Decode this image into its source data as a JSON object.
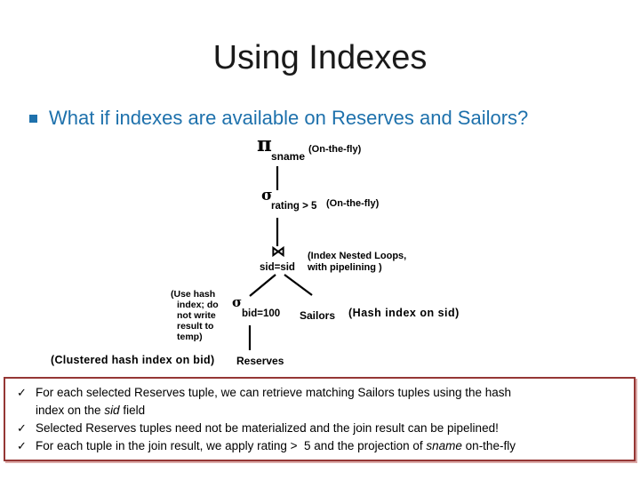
{
  "slide": {
    "title": "Using Indexes",
    "bullet": "What if indexes are available on Reserves and Sailors?"
  },
  "colors": {
    "accent_blue": "#1e71ac",
    "box_border": "#953735",
    "text": "#000000"
  },
  "tree": {
    "project": {
      "symbol": "π",
      "subscript": "sname",
      "note": "(On-the-fly)"
    },
    "select_rating": {
      "symbol": "σ",
      "subscript": "rating > 5",
      "note": "(On-the-fly)"
    },
    "join": {
      "symbol": "⋈",
      "subscript": "sid=sid",
      "note_line1": "(Index Nested Loops,",
      "note_line2": "with pipelining )"
    },
    "left_note_lines": [
      "(Use hash",
      "index; do",
      "not write",
      "result to",
      "temp)"
    ],
    "select_bid": {
      "symbol": "σ",
      "subscript": "bid=100"
    },
    "sailors_label": "Sailors",
    "sailors_note": "(Hash index on sid)",
    "reserves_label": "Reserves",
    "reserves_note": "(Clustered hash index on bid)"
  },
  "notes_box": {
    "bullet_glyph": "✓",
    "items": [
      {
        "pre": "For each selected Reserves tuple, we can retrieve matching Sailors tuples using the hash\nindex on the ",
        "italic": "sid",
        "post": " field"
      },
      {
        "pre": "Selected Reserves tuples need not be materialized and the join result can be pipelined!",
        "italic": "",
        "post": ""
      },
      {
        "pre": "For each tuple in the join result, we apply rating >  5 and the projection of ",
        "italic": "sname",
        "post": " on-the-fly"
      }
    ]
  }
}
